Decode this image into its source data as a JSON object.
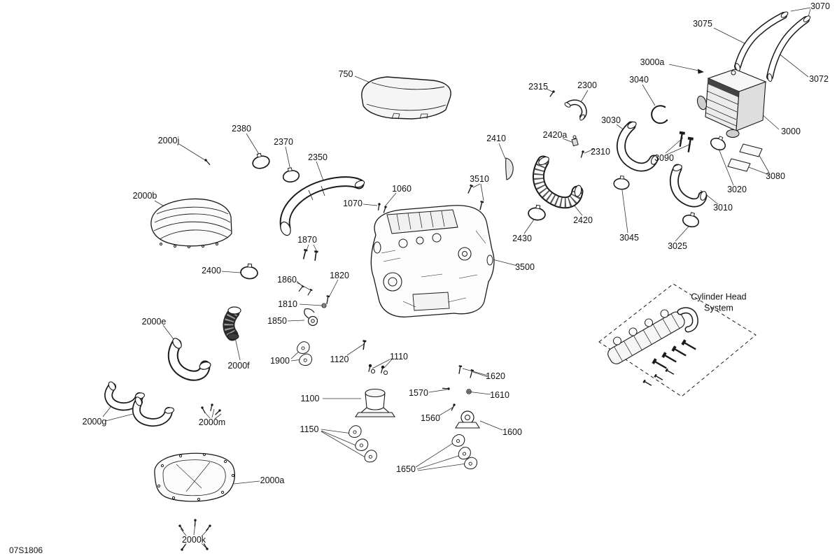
{
  "page": {
    "code": "07S1806",
    "background_color": "#ffffff",
    "line_color": "#1a1a1a"
  },
  "inset": {
    "title_line1": "Cylinder Head",
    "title_line2": "System"
  },
  "labels": {
    "750": "750",
    "1060": "1060",
    "1070": "1070",
    "1100": "1100",
    "1110": "1110",
    "1120": "1120",
    "1150": "1150",
    "1560": "1560",
    "1570": "1570",
    "1600": "1600",
    "1610": "1610",
    "1620": "1620",
    "1650": "1650",
    "1810": "1810",
    "1820": "1820",
    "1850": "1850",
    "1860": "1860",
    "1870": "1870",
    "1900": "1900",
    "2000a": "2000a",
    "2000b": "2000b",
    "2000e": "2000e",
    "2000f": "2000f",
    "2000g": "2000g",
    "2000j": "2000j",
    "2000k": "2000k",
    "2000m": "2000m",
    "2300": "2300",
    "2310": "2310",
    "2315": "2315",
    "2350": "2350",
    "2370": "2370",
    "2380": "2380",
    "2400": "2400",
    "2410": "2410",
    "2420": "2420",
    "2420a": "2420a",
    "2430": "2430",
    "3000": "3000",
    "3000a": "3000a",
    "3010": "3010",
    "3020": "3020",
    "3025": "3025",
    "3030": "3030",
    "3040": "3040",
    "3045": "3045",
    "3070": "3070",
    "3072": "3072",
    "3075": "3075",
    "3080": "3080",
    "3090": "3090",
    "3500": "3500",
    "3510": "3510"
  }
}
